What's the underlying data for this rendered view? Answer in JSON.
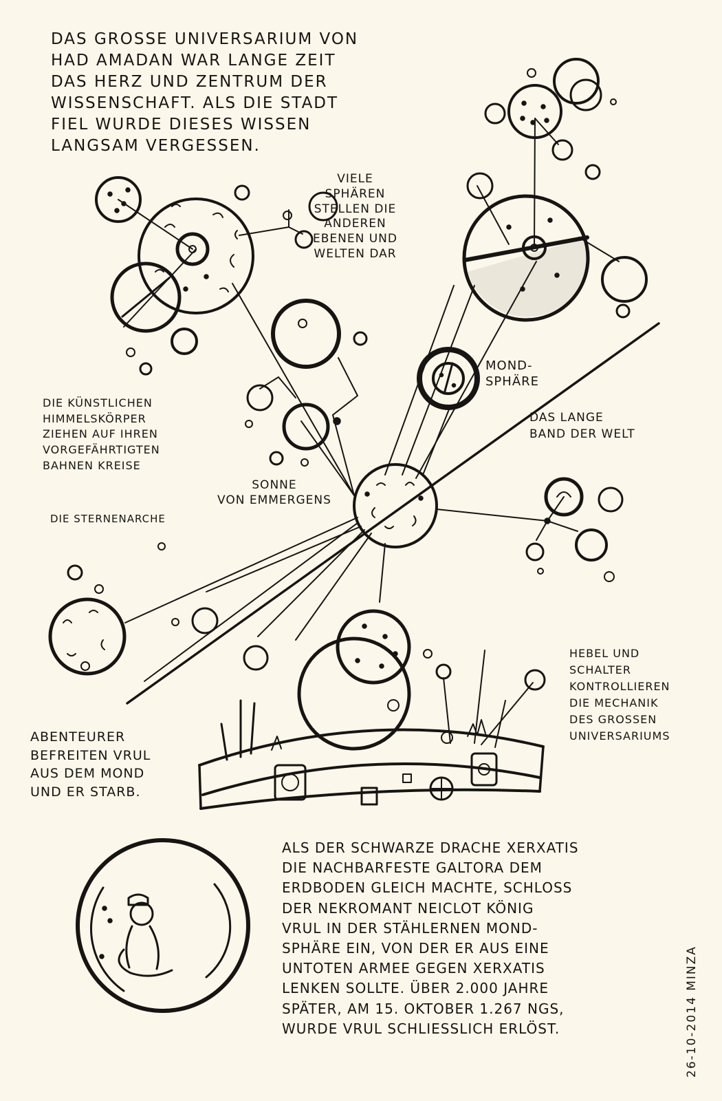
{
  "intro": {
    "lines": [
      "DAS GROSSE UNIVERSARIUM VON",
      "HAD AMADAN WAR LANGE ZEIT",
      "DAS HERZ UND ZENTRUM DER",
      "WISSENSCHAFT. ALS DIE STADT",
      "FIEL WURDE DIESES WISSEN",
      "LANGSAM VERGESSEN."
    ]
  },
  "labels": {
    "viele": [
      "VIELE",
      "SPHÄREN",
      "STELLEN DIE",
      "ANDEREN",
      "EBENEN UND",
      "WELTEN DAR"
    ],
    "kuenstlich": [
      "DIE KÜNSTLICHEN",
      "HIMMELSKÖRPER",
      "ZIEHEN AUF IHREN",
      "VORGEFÄHRTIGTEN",
      "BAHNEN KREISE"
    ],
    "sternenarche": "DIE STERNENARCHE",
    "sonne": [
      "SONNE",
      "VON EMMERGENS"
    ],
    "mond": [
      "MOND-",
      "SPHÄRE"
    ],
    "band": [
      "DAS LANGE",
      "BAND DER WELT"
    ],
    "hebel": [
      "HEBEL UND",
      "SCHALTER",
      "KONTROLLIEREN",
      "DIE MECHANIK",
      "DES GROSSEN",
      "UNIVERSARIUMS"
    ],
    "abenteurer": [
      "ABENTEURER",
      "BEFREITEN VRUL",
      "AUS DEM MOND",
      "UND ER STARB."
    ]
  },
  "story": {
    "lines": [
      "ALS DER SCHWARZE DRACHE XERXATIS",
      "DIE NACHBARFESTE GALTORA DEM",
      "ERDBODEN GLEICH MACHTE, SCHLOSS",
      "DER NEKROMANT NEICLOT KÖNIG",
      "VRUL IN DER STÄHLERNEN MOND-",
      "SPHÄRE EIN, VON DER ER AUS EINE",
      "UNTOTEN ARMEE GEGEN XERXATIS",
      "LENKEN SOLLTE. ÜBER 2.000 JAHRE",
      "SPÄTER, AM 15. OKTOBER 1.267 NGS,",
      "WURDE VRUL SCHLIESSLICH ERLÖST."
    ]
  },
  "signature": "26-10-2014 MINZA",
  "colors": {
    "paper": "#fbf7ea",
    "ink": "#161514"
  },
  "icons": [
    "sun-sphere-icon",
    "moon-sphere-icon",
    "planet-sphere-icon",
    "control-console-icon",
    "vrul-moon-portrait-icon"
  ]
}
